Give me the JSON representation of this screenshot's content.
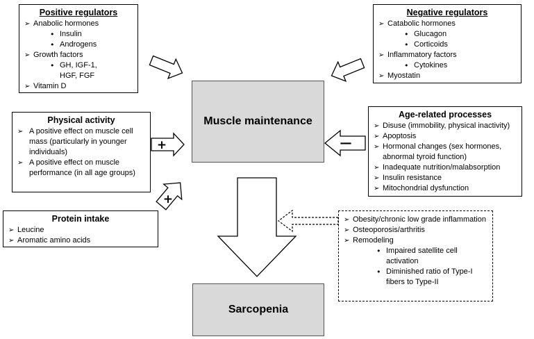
{
  "positive_regulators": {
    "title": "Positive regulators",
    "items": [
      {
        "label": "Anabolic hormones",
        "subitems": [
          "Insulin",
          "Androgens"
        ]
      },
      {
        "label": "Growth factors",
        "subitems": [
          "GH, IGF-1, HGF, FGF"
        ]
      },
      {
        "label": "Vitamin D",
        "subitems": []
      }
    ]
  },
  "negative_regulators": {
    "title": "Negative regulators",
    "items": [
      {
        "label": "Catabolic hormones",
        "subitems": [
          "Glucagon",
          "Corticoids"
        ]
      },
      {
        "label": "Inflammatory factors",
        "subitems": [
          "Cytokines"
        ]
      },
      {
        "label": "Myostatin",
        "subitems": []
      }
    ]
  },
  "physical_activity": {
    "title": "Physical activity",
    "items": [
      "A positive effect on muscle cell mass (particularly in younger individuals)",
      "A positive effect on muscle performance (in all age groups)"
    ]
  },
  "age_related": {
    "title": "Age-related processes",
    "items": [
      "Disuse (immobility, physical inactivity)",
      "Apoptosis",
      "Hormonal changes (sex hormones, abnormal tyroid function)",
      "Inadequate nutrition/malabsorption",
      "Insulin resistance",
      "Mitochondrial dysfunction"
    ]
  },
  "protein_intake": {
    "title": "Protein intake",
    "items": [
      "Leucine",
      "Aromatic amino acids"
    ]
  },
  "comorbidities": {
    "items": [
      {
        "label": "Obesity/chronic low grade inflammation",
        "subitems": []
      },
      {
        "label": "Osteoporosis/arthritis",
        "subitems": []
      },
      {
        "label": "Remodeling",
        "subitems": [
          "Impaired satellite cell activation",
          "Diminished ratio of Type-I fibers to Type-II"
        ]
      }
    ]
  },
  "center": {
    "muscle_maintenance": "Muscle maintenance",
    "sarcopenia": "Sarcopenia"
  },
  "signs": {
    "plus": "+",
    "minus": "—"
  },
  "colors": {
    "gray_box": "#d9d9d9",
    "outline": "#000000"
  }
}
